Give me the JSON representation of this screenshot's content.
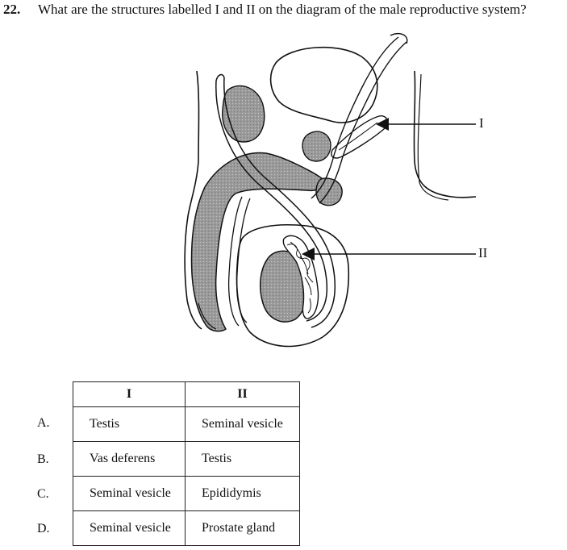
{
  "question": {
    "number": "22.",
    "text": "What are the structures labelled I and II on the diagram of the male reproductive system?"
  },
  "diagram": {
    "label_1": "I",
    "label_2": "II"
  },
  "table": {
    "header_1": "I",
    "header_2": "II",
    "options": [
      {
        "letter": "A.",
        "col1": "Testis",
        "col2": "Seminal vesicle"
      },
      {
        "letter": "B.",
        "col1": "Vas deferens",
        "col2": "Testis"
      },
      {
        "letter": "C.",
        "col1": "Seminal vesicle",
        "col2": "Epididymis"
      },
      {
        "letter": "D.",
        "col1": "Seminal vesicle",
        "col2": "Prostate gland"
      }
    ]
  }
}
